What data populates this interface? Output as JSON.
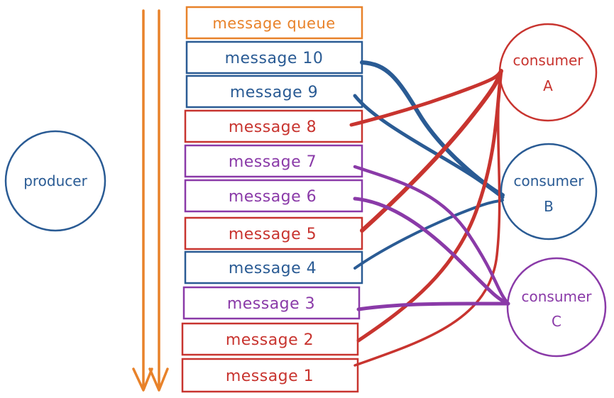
{
  "diagram": {
    "producer": {
      "label": "producer"
    },
    "queue_title": "message queue",
    "messages": [
      {
        "label": "message 10",
        "consumer": "B",
        "color": "#2a5b94"
      },
      {
        "label": "message 9",
        "consumer": "B",
        "color": "#2a5b94"
      },
      {
        "label": "message 8",
        "consumer": "A",
        "color": "#c8342f"
      },
      {
        "label": "message 7",
        "consumer": "C",
        "color": "#8a3aa8"
      },
      {
        "label": "message 6",
        "consumer": "C",
        "color": "#8a3aa8"
      },
      {
        "label": "message 5",
        "consumer": "A",
        "color": "#c8342f"
      },
      {
        "label": "message 4",
        "consumer": "B",
        "color": "#2a5b94"
      },
      {
        "label": "message 3",
        "consumer": "C",
        "color": "#8a3aa8"
      },
      {
        "label": "message 2",
        "consumer": "A",
        "color": "#c8342f"
      },
      {
        "label": "message 1",
        "consumer": "A",
        "color": "#c8342f"
      }
    ],
    "consumers": [
      {
        "id": "A",
        "line1": "consumer",
        "line2": "A",
        "color": "#c8342f"
      },
      {
        "id": "B",
        "line1": "consumer",
        "line2": "B",
        "color": "#2a5b94"
      },
      {
        "id": "C",
        "line1": "consumer",
        "line2": "C",
        "color": "#8a3aa8"
      }
    ],
    "colors": {
      "arrow": "#e8822a",
      "queue_title": "#e8822a",
      "producer": "#2a5b94"
    }
  }
}
